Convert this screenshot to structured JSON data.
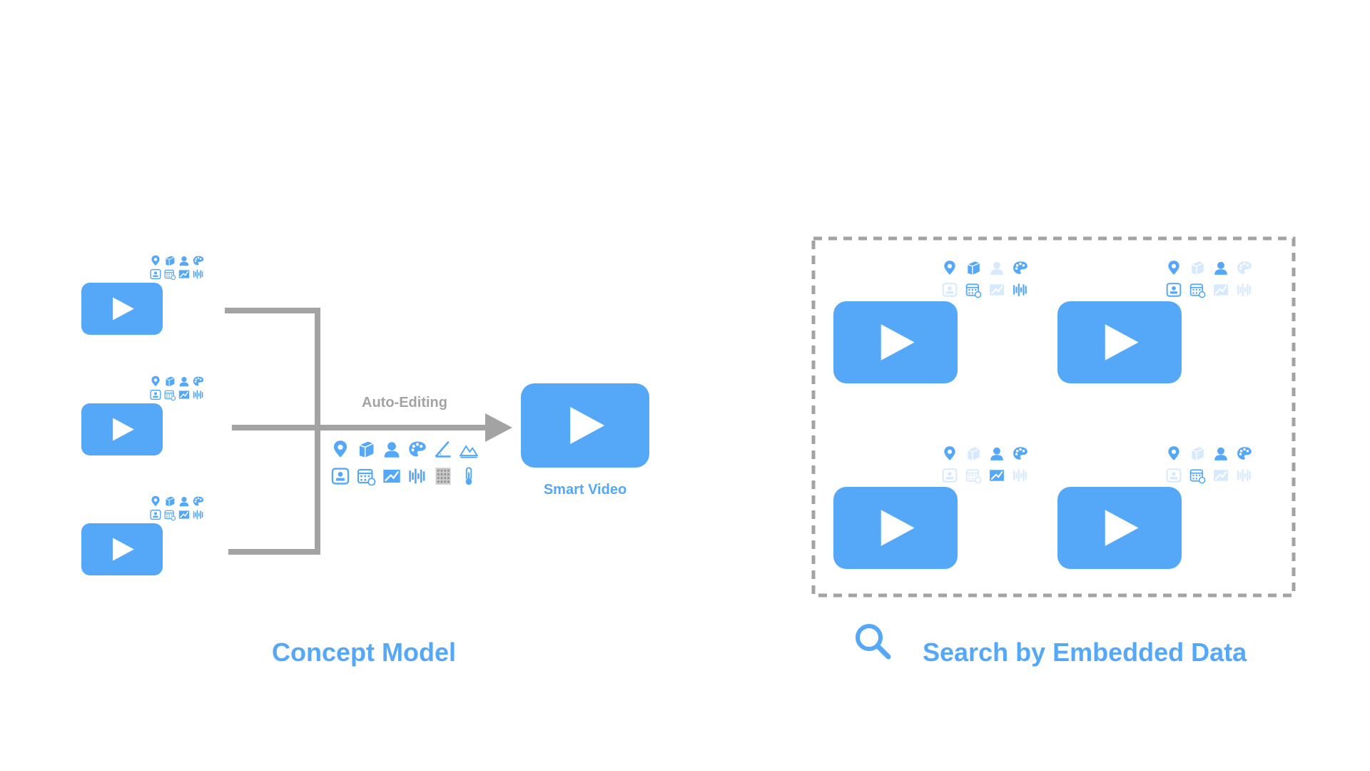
{
  "colors": {
    "accent": "#55a7f7",
    "accent_faded": "#d7e9fd",
    "connector": "#a3a3a3",
    "background": "#ffffff"
  },
  "left": {
    "arrow_label": "Auto-Editing",
    "output_label": "Smart Video",
    "caption": "Concept Model",
    "input_videos": [
      {
        "icon_rows": [
          [
            "location-pin-icon",
            "cube-icon",
            "person-icon",
            "palette-icon"
          ],
          [
            "id-card-icon",
            "calendar-icon",
            "image-icon",
            "waveform-icon"
          ]
        ]
      },
      {
        "icon_rows": [
          [
            "location-pin-icon",
            "cube-icon",
            "person-icon",
            "palette-icon"
          ],
          [
            "id-card-icon",
            "calendar-icon",
            "image-icon",
            "waveform-icon"
          ]
        ]
      },
      {
        "icon_rows": [
          [
            "location-pin-icon",
            "cube-icon",
            "person-icon",
            "palette-icon"
          ],
          [
            "id-card-icon",
            "calendar-icon",
            "image-icon",
            "waveform-icon"
          ]
        ]
      }
    ],
    "metadata_icons": [
      [
        "location-pin-icon",
        "cube-icon",
        "person-icon",
        "palette-icon",
        "angle-icon",
        "mountain-icon"
      ],
      [
        "id-card-icon",
        "calendar-icon",
        "image-icon",
        "waveform-icon",
        "grid-icon",
        "thermometer-icon"
      ]
    ]
  },
  "right": {
    "caption": "Search by Embedded Data",
    "search_icon": "search-icon",
    "results": [
      {
        "icons": [
          [
            "location-pin-icon",
            "cube-icon",
            "person-icon",
            "palette-icon"
          ],
          [
            "id-card-icon",
            "calendar-icon",
            "image-icon",
            "waveform-icon"
          ]
        ],
        "highlighted": [
          [
            true,
            true,
            false,
            true
          ],
          [
            false,
            true,
            false,
            true
          ]
        ]
      },
      {
        "icons": [
          [
            "location-pin-icon",
            "cube-icon",
            "person-icon",
            "palette-icon"
          ],
          [
            "id-card-icon",
            "calendar-icon",
            "image-icon",
            "waveform-icon"
          ]
        ],
        "highlighted": [
          [
            true,
            false,
            true,
            false
          ],
          [
            true,
            true,
            false,
            false
          ]
        ]
      },
      {
        "icons": [
          [
            "location-pin-icon",
            "cube-icon",
            "person-icon",
            "palette-icon"
          ],
          [
            "id-card-icon",
            "calendar-icon",
            "image-icon",
            "waveform-icon"
          ]
        ],
        "highlighted": [
          [
            true,
            false,
            true,
            true
          ],
          [
            false,
            false,
            true,
            false
          ]
        ]
      },
      {
        "icons": [
          [
            "location-pin-icon",
            "cube-icon",
            "person-icon",
            "palette-icon"
          ],
          [
            "id-card-icon",
            "calendar-icon",
            "image-icon",
            "waveform-icon"
          ]
        ],
        "highlighted": [
          [
            true,
            false,
            true,
            true
          ],
          [
            false,
            true,
            false,
            false
          ]
        ]
      }
    ]
  }
}
